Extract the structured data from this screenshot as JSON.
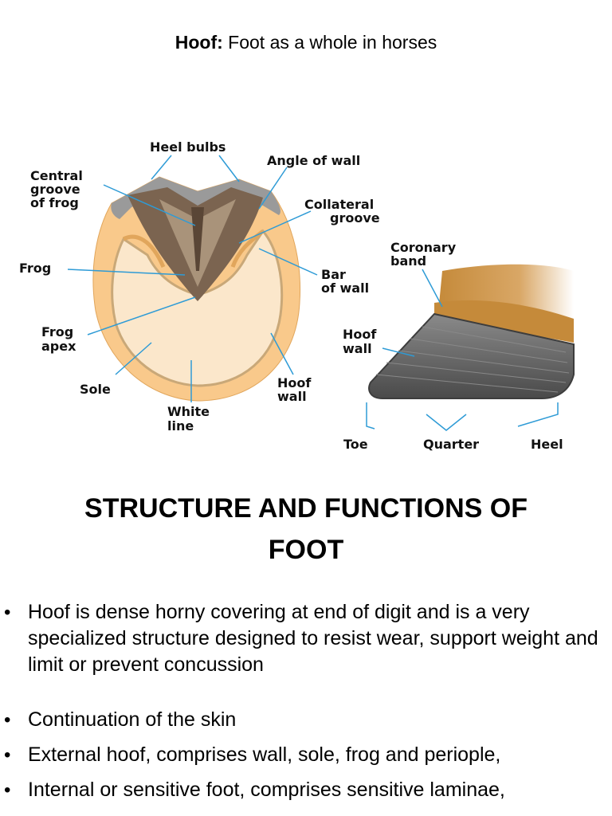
{
  "caption": {
    "label": "Hoof:",
    "text": "Foot as a whole in horses"
  },
  "diagram": {
    "labels": {
      "heel_bulbs": "Heel bulbs",
      "angle_of_wall": "Angle of wall",
      "central_groove": [
        "Central",
        "groove",
        "of frog"
      ],
      "collateral_groove": [
        "Collateral",
        "groove"
      ],
      "coronary_band": [
        "Coronary",
        "band"
      ],
      "frog": "Frog",
      "bar_of_wall": [
        "Bar",
        "of wall"
      ],
      "frog_apex": [
        "Frog",
        "apex"
      ],
      "hoof_wall_bottom": [
        "Hoof",
        "wall"
      ],
      "hoof_wall_side": [
        "Hoof",
        "wall"
      ],
      "sole": "Sole",
      "white_line": [
        "White",
        "line"
      ],
      "toe": "Toe",
      "quarter": "Quarter",
      "heel": "Heel"
    },
    "colors": {
      "hoof_wall": "#f9c98b",
      "sole": "#fbe7cb",
      "frog": "#7b6450",
      "heel": "#9a9a9a",
      "leader": "#2e9bd6",
      "side_wall": "#6b6b6b",
      "coronet": "#c58a3a"
    }
  },
  "title": {
    "line1": "STRUCTURE AND FUNCTIONS OF",
    "line2": "FOOT"
  },
  "bullets": [
    " Hoof is  dense horny covering at  end of  digit and  is a very specialized structure designed to resist wear, support weight and limit or prevent concussion",
    "Continuation of the skin",
    "External  hoof, comprises wall, sole, frog and    periople,",
    "Internal or sensitive foot, comprises  sensitive laminae,"
  ]
}
